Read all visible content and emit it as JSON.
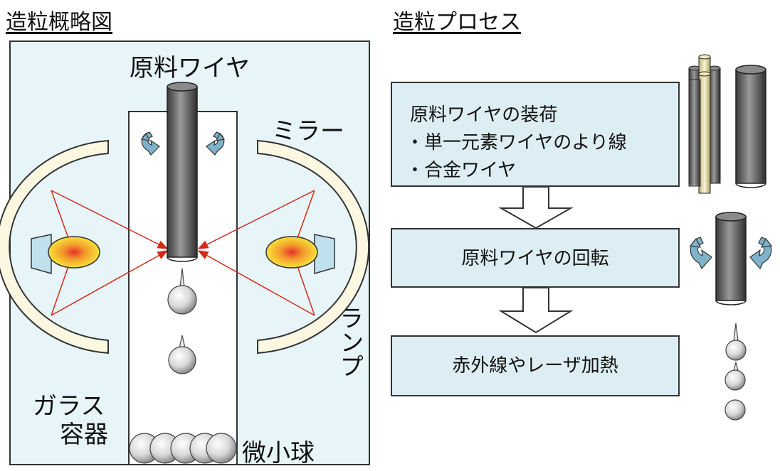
{
  "left_heading": "造粒概略図",
  "right_heading": "造粒プロセス",
  "labels": {
    "raw_wire": "原料ワイヤ",
    "mirror": "ミラー",
    "lamp": "ランプ",
    "glass_container_line1": "ガラス",
    "glass_container_line2": "容器",
    "microsphere": "微小球"
  },
  "process": {
    "step1": {
      "title": "原料ワイヤの装荷",
      "item1": "・単一元素ワイヤのより線",
      "item2": "・合金ワイヤ"
    },
    "step2": {
      "title": "原料ワイヤの回転"
    },
    "step3": {
      "title": "赤外線やレーザ加熱"
    }
  },
  "colors": {
    "container_fill": "#e7f4f8",
    "box_fill": "#dceef3",
    "mirror_fill": "#fbf7e1",
    "beam": "#d42a1a",
    "rotation_arrow": "#7fb3cc"
  }
}
